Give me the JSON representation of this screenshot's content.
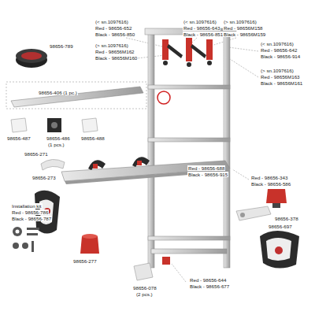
{
  "diagram": {
    "labels": [
      "(< sn.1097616)",
      "Red - 98656-652",
      "Black - 98656-850",
      "(> sn.1097616)",
      "Red - 98656M162",
      "Black - 98656M160",
      "(< sn.1097616)",
      "Red - 98656-643",
      "Black - 98656-851",
      "(> sn.1097616)",
      "Red - 98656M158",
      "Black - 98656M159",
      "(< sn.1097616)",
      "Red - 98656-642",
      "Black - 98656-914",
      "(> sn.1097616)",
      "Red - 98656M163",
      "Black - 98656M161",
      "98656-789",
      "98656-406 (1 pc.)",
      "98656-487",
      "98656-486",
      "(1 pcs.)",
      "98656-488",
      "Red - 98656-688",
      "Black - 98656-915",
      "Red - 98656-343",
      "Black - 98656-586",
      "98656-271",
      "98656-378",
      "98656-273",
      "98656-697",
      "Installation kit",
      "Red - 98656-786",
      "Black - 98656-787",
      "98656-277",
      "Red - 98656-644",
      "Black - 98656-677",
      "98656-078",
      "(2 pcs.)"
    ]
  }
}
